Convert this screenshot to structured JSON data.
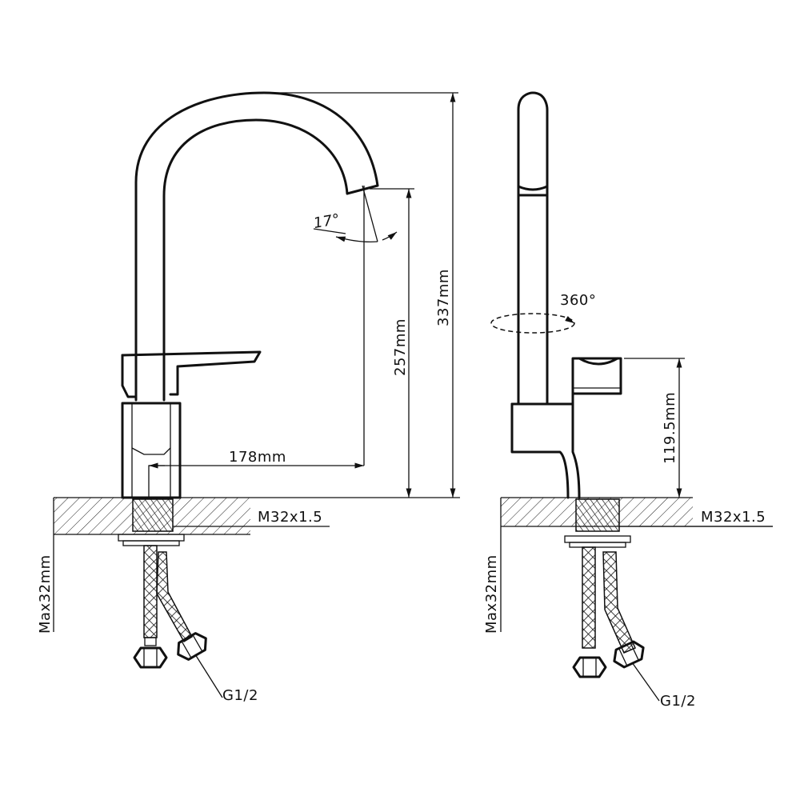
{
  "front_view": {
    "total_height": "337mm",
    "spout_height": "257mm",
    "reach": "178mm",
    "spout_angle": "17°",
    "thread": "M32x1.5",
    "max_deck_thickness": "Max32mm",
    "connection": "G1/2"
  },
  "side_view": {
    "rotation": "360°",
    "handle_height": "119.5mm",
    "thread": "M32x1.5",
    "max_deck_thickness": "Max32mm",
    "connection": "G1/2"
  }
}
